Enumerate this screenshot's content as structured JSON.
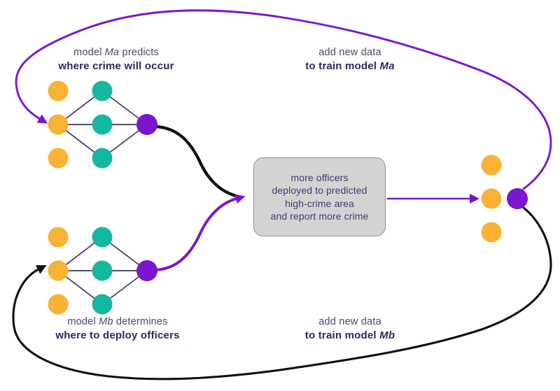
{
  "colors": {
    "background": "#ffffff",
    "node_yellow": "#F9B233",
    "node_teal": "#14B8A0",
    "node_purple": "#7A16CE",
    "arrow_purple": "#7A16CE",
    "arrow_black": "#0F0F0F",
    "edge_line": "#3C3560",
    "box_fill": "#D3D3D4",
    "box_border": "#8F8F92",
    "box_text": "#46396B",
    "label_regular": "#4D4666",
    "label_bold": "#33235F"
  },
  "labels": {
    "model_a": {
      "line1_prefix": "model ",
      "line1_model": "Ma",
      "line1_suffix": " predicts",
      "line2": "where crime will occur"
    },
    "model_b": {
      "line1_prefix": "model ",
      "line1_model": "Mb",
      "line1_suffix": " determines",
      "line2": "where to deploy officers"
    },
    "feedback_a": {
      "line1": "add new data",
      "line2_prefix": "to train model ",
      "line2_model": "Ma"
    },
    "feedback_b": {
      "line1": "add new data",
      "line2_prefix": "to train model ",
      "line2_model": "Mb"
    },
    "center_box": {
      "line1": "more officers",
      "line2": "deployed to predicted",
      "line3": "high-crime area",
      "line4": "and report more crime"
    }
  },
  "networks": {
    "model_a": {
      "input_nodes": 3,
      "hidden_nodes": 3,
      "output_nodes": 1
    },
    "model_b": {
      "input_nodes": 3,
      "hidden_nodes": 3,
      "output_nodes": 1
    },
    "output_cluster": {
      "data_nodes": 3,
      "model_nodes": 1
    }
  }
}
